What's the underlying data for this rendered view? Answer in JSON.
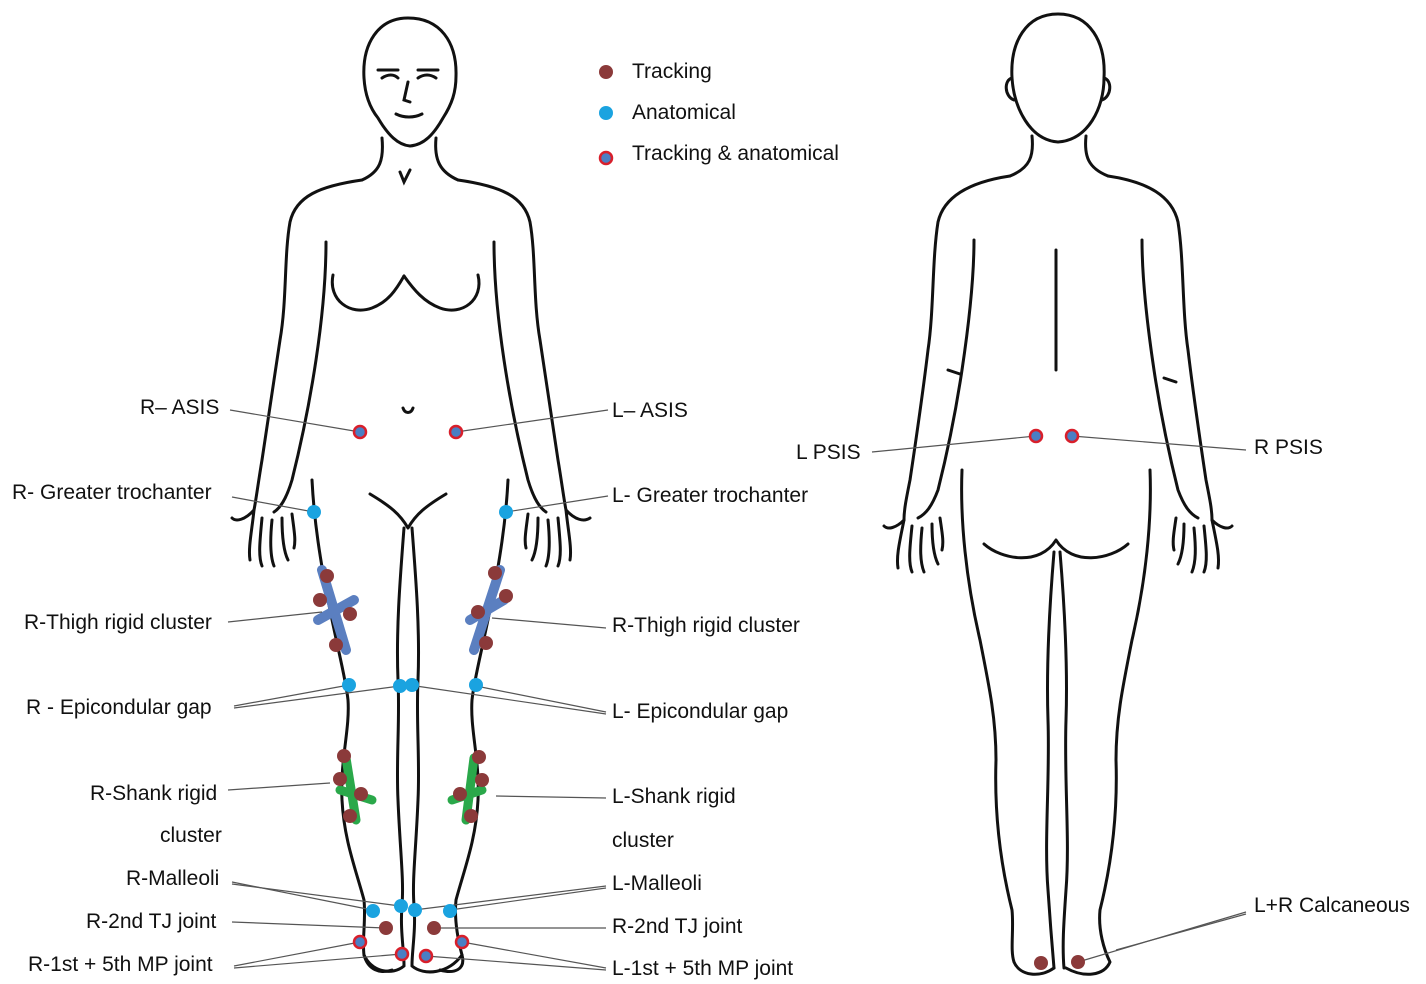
{
  "legend": {
    "tracking": "Tracking",
    "anatomical": "Anatomical",
    "both": "Tracking & anatomical"
  },
  "colors": {
    "tracking": "#8b3a3a",
    "anatomical": "#1aa3e0",
    "both_fill": "#4a7fc4",
    "both_ring": "#d81f2b",
    "thigh_cluster": "#5b7fc0",
    "shank_cluster": "#2aa84a",
    "outline": "#111111"
  },
  "front_labels": {
    "r_asis": "R– ASIS",
    "l_asis": "L– ASIS",
    "r_greater_trochanter": "R- Greater trochanter",
    "l_greater_trochanter": "L- Greater trochanter",
    "r_thigh_cluster": "R-Thigh rigid cluster",
    "l_thigh_cluster": "R-Thigh rigid cluster",
    "r_epicondular": "R - Epicondular gap",
    "l_epicondular": "L- Epicondular gap",
    "r_shank_line1": "R-Shank rigid",
    "r_shank_line2": "cluster",
    "l_shank_line1": "L-Shank rigid",
    "l_shank_line2": "cluster",
    "r_malleoli": "R-Malleoli",
    "l_malleoli": "L-Malleoli",
    "r_2nd_tj": "R-2nd TJ joint",
    "l_2nd_tj": "R-2nd TJ joint",
    "r_mp": "R-1st + 5th MP joint",
    "l_mp": "L-1st + 5th MP joint"
  },
  "back_labels": {
    "l_psis": "L PSIS",
    "r_psis": "R PSIS",
    "calcaneous": "L+R Calcaneous"
  }
}
